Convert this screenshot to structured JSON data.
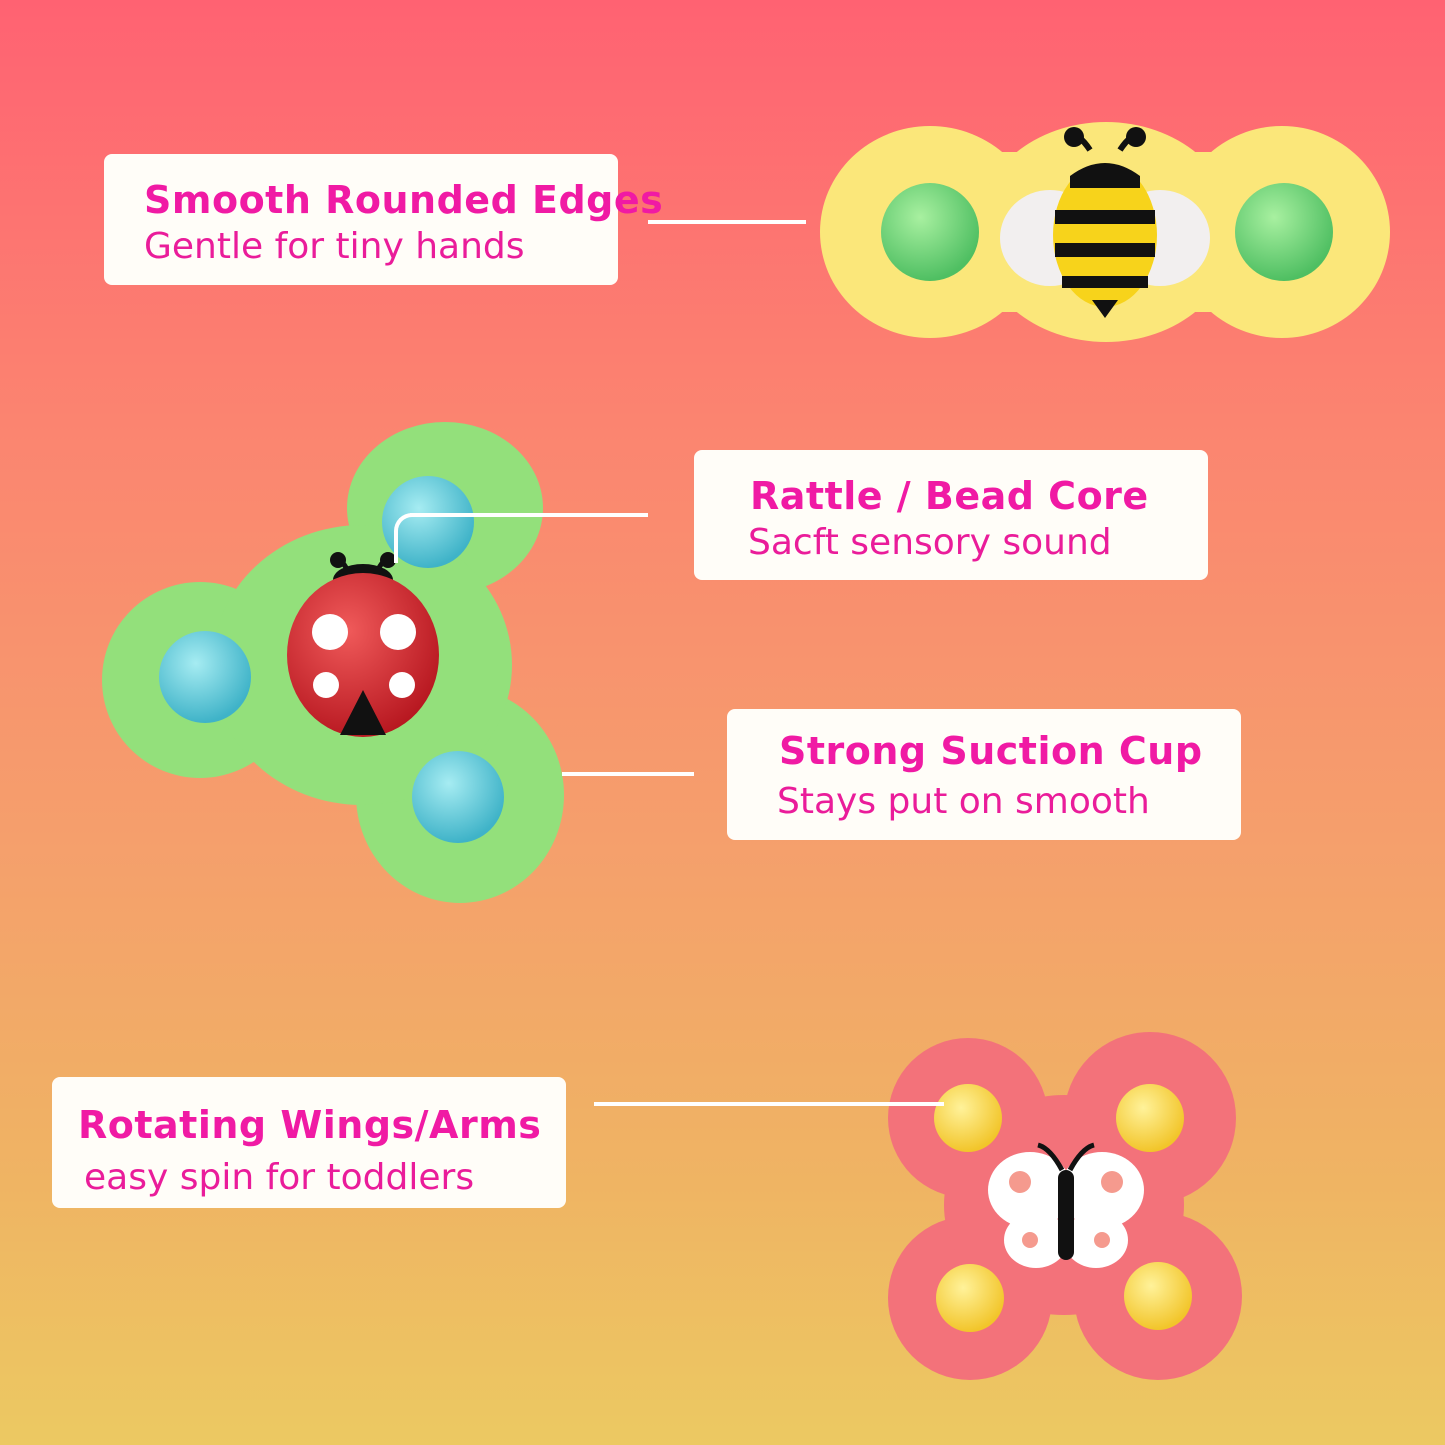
{
  "callouts": [
    {
      "title": "Smooth Rounded Edges",
      "subtitle": "Gentle for tiny hands"
    },
    {
      "title": "Rattle / Bead Core",
      "subtitle": "Sacft sensory sound"
    },
    {
      "title": "Strong Suction Cup",
      "subtitle": "Stays put on smooth"
    },
    {
      "title": "Rotating Wings/Arms",
      "subtitle": "easy spin for toddlers"
    }
  ],
  "colors": {
    "accent_text": "#f01aa4",
    "bee_spinner": "#fbe77a",
    "ladybug_spinner": "#93e07b",
    "butterfly_spinner": "#f3727a"
  }
}
